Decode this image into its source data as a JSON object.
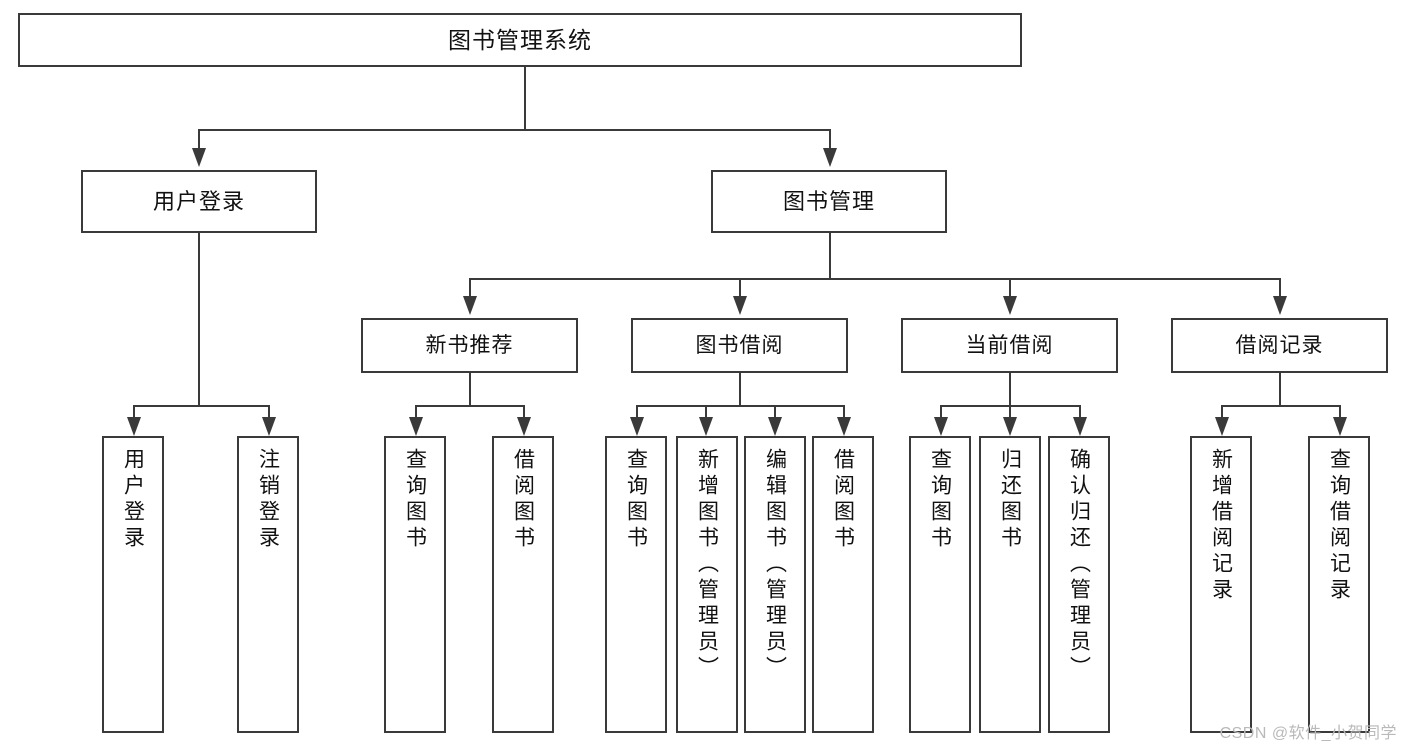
{
  "diagram": {
    "type": "tree",
    "title": "图书管理系统",
    "watermark": "CSDN @软件_小贺同学",
    "colors": {
      "stroke": "#3a3a3a",
      "fill": "#ffffff",
      "text": "#111111",
      "watermark": "#b9b9b9"
    },
    "nodes": {
      "root": {
        "label": "图书管理系统"
      },
      "level2": [
        {
          "label": "用户登录"
        },
        {
          "label": "图书管理"
        }
      ],
      "level3": [
        {
          "label": "新书推荐"
        },
        {
          "label": "图书借阅"
        },
        {
          "label": "当前借阅"
        },
        {
          "label": "借阅记录"
        }
      ],
      "leaves": {
        "user_login": [
          {
            "label": "用户登录"
          },
          {
            "label": "注销登录"
          }
        ],
        "new_book_rec": [
          {
            "label": "查询图书"
          },
          {
            "label": "借阅图书"
          }
        ],
        "book_borrow": [
          {
            "label": "查询图书"
          },
          {
            "label": "新增图书（管理员）"
          },
          {
            "label": "编辑图书（管理员）"
          },
          {
            "label": "借阅图书"
          }
        ],
        "current_borrow": [
          {
            "label": "查询图书"
          },
          {
            "label": "归还图书"
          },
          {
            "label": "确认归还（管理员）"
          }
        ],
        "borrow_record": [
          {
            "label": "新增借阅记录"
          },
          {
            "label": "查询借阅记录"
          }
        ]
      }
    }
  }
}
